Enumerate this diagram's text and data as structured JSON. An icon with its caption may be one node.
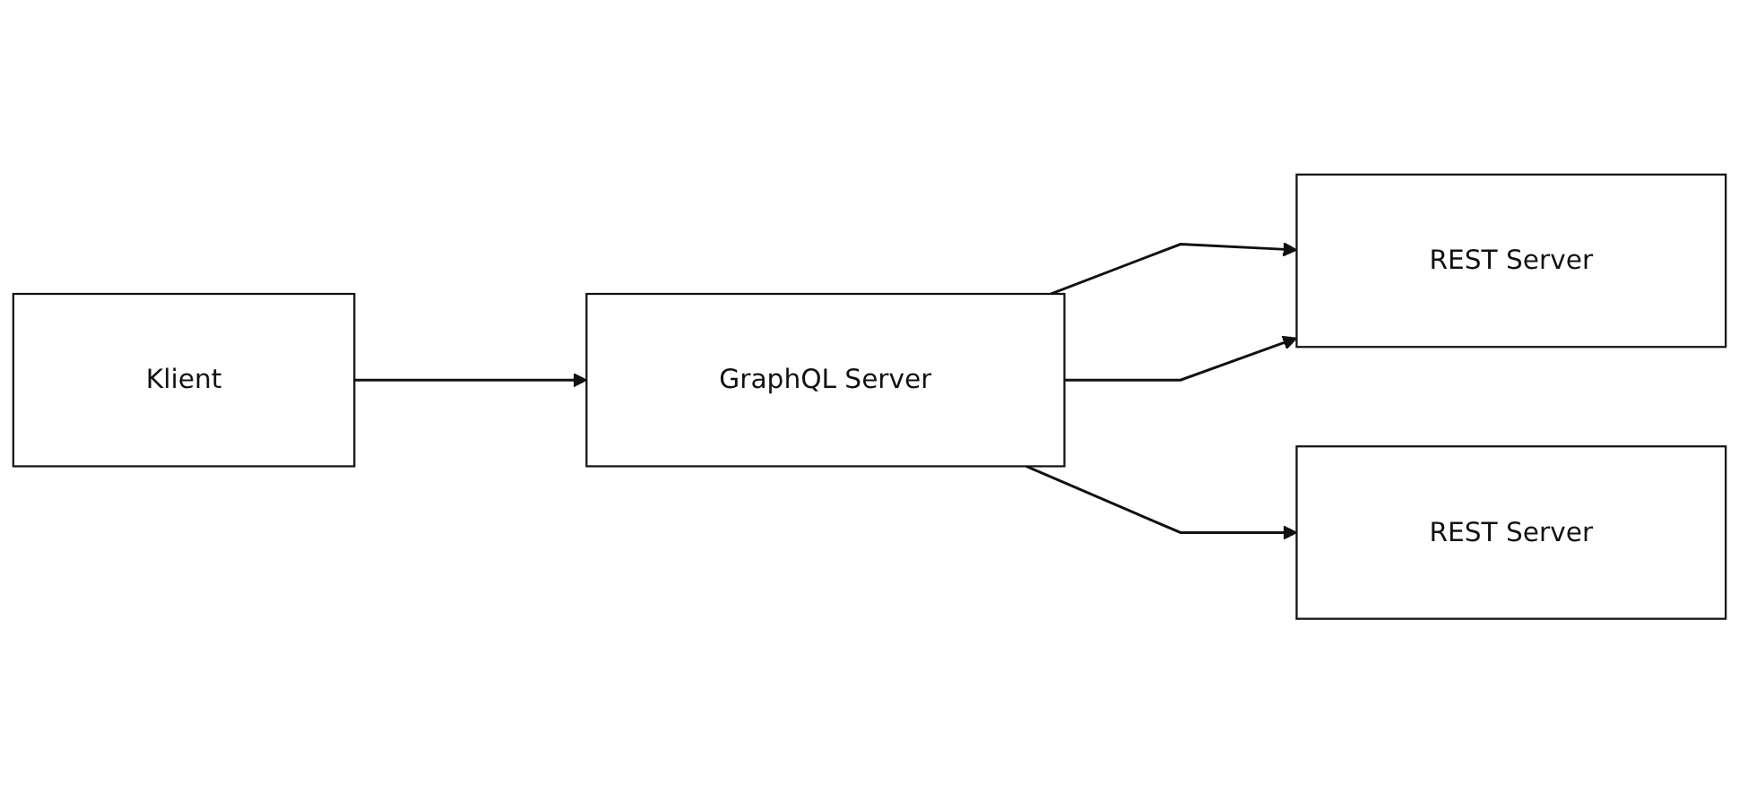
{
  "diagram": {
    "nodes": [
      {
        "text": [
          "Klient"
        ]
      },
      {
        "text": [
          "GraphQL Server"
        ]
      },
      {
        "text": [
          "REST Server"
        ]
      },
      {
        "text": [
          "REST Server"
        ]
      }
    ],
    "edges": [
      {
        "from": 0,
        "to": 1,
        "arrow": "to"
      },
      {
        "from": 1,
        "to": 2,
        "arrow": "to"
      },
      {
        "from": 1,
        "to": 2,
        "arrow": "to"
      },
      {
        "from": 1,
        "to": 3,
        "arrow": "to"
      }
    ]
  }
}
